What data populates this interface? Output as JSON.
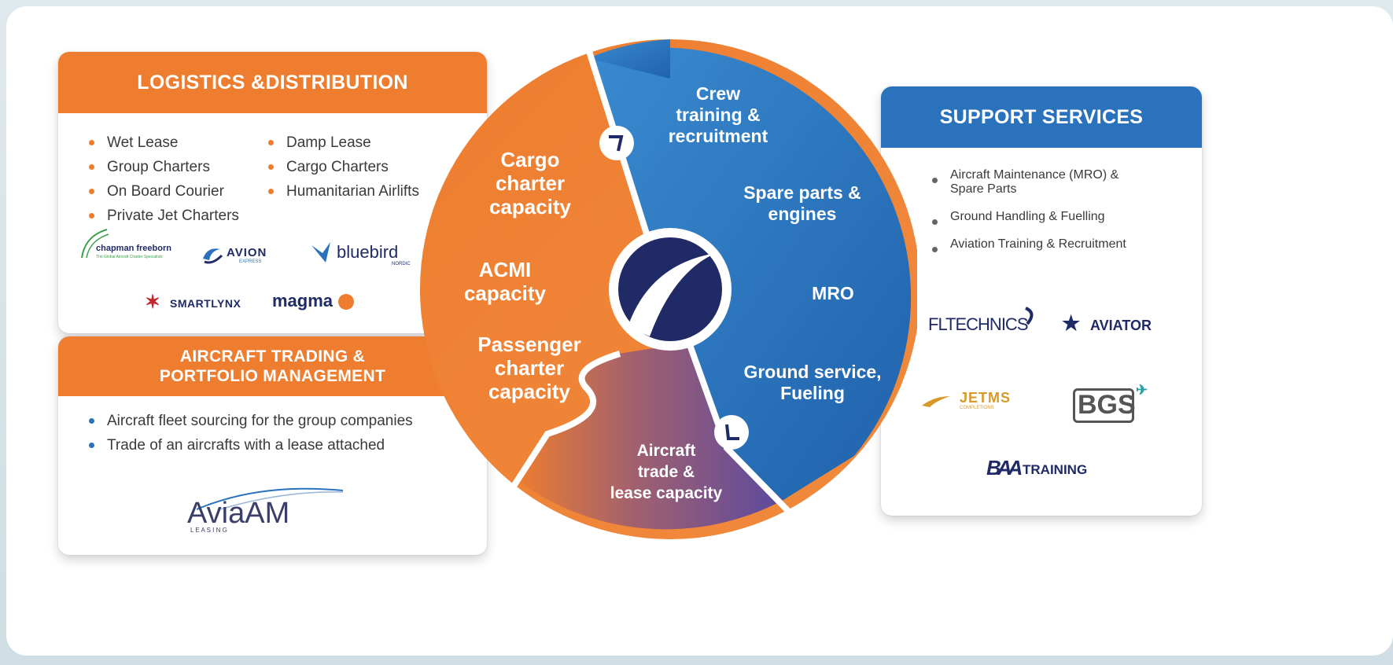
{
  "logistics": {
    "title": "LOGISTICS &DISTRIBUTION",
    "col1": [
      "Wet Lease",
      "Group Charters",
      "On Board Courier",
      "Private Jet  Charters"
    ],
    "col2": [
      "Damp Lease",
      "Cargo Charters",
      "Humanitarian Airlifts"
    ],
    "logos": {
      "chapman": "chapman freeborn",
      "chapman_tag": "The Global Aircraft Charter Specialists",
      "avion": "AVION",
      "avion_sub": "EXPRESS",
      "bluebird": "bluebird",
      "bluebird_sub": "NORDIC",
      "smartlynx": "SMARTLYNX",
      "magma": "magma"
    }
  },
  "trading": {
    "title_line1": "AIRCRAFT TRADING &",
    "title_line2": "PORTFOLIO MANAGEMENT",
    "items": [
      "Aircraft fleet sourcing for the group companies",
      "Trade of an aircrafts with a lease attached"
    ],
    "logo": "AviaAM",
    "logo_sub": "L E A S I N G"
  },
  "support": {
    "title": "SUPPORT SERVICES",
    "items": [
      "Aircraft Maintenance (MRO) &\nSpare Parts",
      "Ground Handling & Fuelling",
      "Aviation Training & Recruitment"
    ],
    "logos": {
      "fl": "FLTECHNICS",
      "aviator": "AVIATOR",
      "jetms": "JETMS",
      "jetms_sub": "COMPLETIONS",
      "bgs": "BGS",
      "baa": "BAA",
      "training": "TRAINING"
    }
  },
  "wheel": {
    "cargo": "Cargo\ncharter\ncapacity",
    "acmi": "ACMI\ncapacity",
    "passenger": "Passenger\ncharter\ncapacity",
    "crew": "Crew\ntraining &\nrecruitment",
    "spare": "Spare parts &\nengines",
    "mro": "MRO",
    "ground": "Ground service,\nFueling",
    "trade": "Aircraft\ntrade &\nlease capacity"
  },
  "colors": {
    "orange": "#ee7d2f",
    "blue": "#2a72bb",
    "purple": "#6b4a9a",
    "navy": "#1f2a66"
  }
}
